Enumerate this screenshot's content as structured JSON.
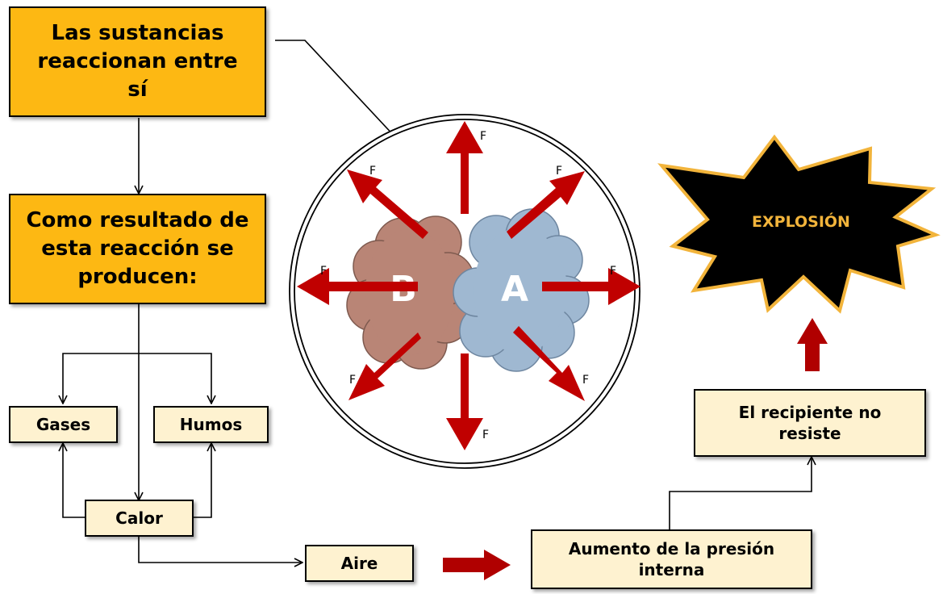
{
  "boxes": {
    "reaction": "Las sustancias reaccionan entre sí",
    "result": "Como resultado de esta reacción se producen:",
    "gases": "Gases",
    "humos": "Humos",
    "calor": "Calor",
    "aire": "Aire",
    "pressure": "Aumento de la presión interna",
    "container": "El recipiente no resiste"
  },
  "vessel": {
    "substance_b": "B",
    "substance_a": "A",
    "force_label": "F"
  },
  "explosion": {
    "label": "EXPLOSIÓN"
  },
  "colors": {
    "orange_box": "#FDB813",
    "cream_box": "#FEF2D0",
    "force_arrow": "#C00000",
    "cloud_b": "#B98576",
    "cloud_a": "#9FB8D1",
    "explosion_fill": "#000000",
    "explosion_border": "#F2B43B",
    "explosion_text": "#F2B43B"
  }
}
